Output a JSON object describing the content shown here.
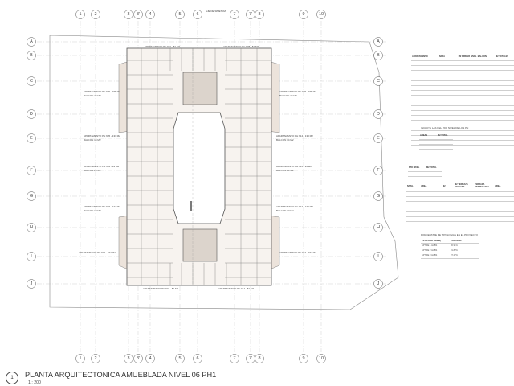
{
  "sheet": {
    "title": "PLANTA ARQUITECTONICA AMUEBLADA NIVEL 06 PH1",
    "scale": "1 : 200",
    "view_number": "1",
    "symmetry_axis_label": "EJE DE SIMETRIA"
  },
  "grid": {
    "columns": [
      "1",
      "2",
      "3",
      "3'",
      "4",
      "5",
      "6",
      "7",
      "7'",
      "8",
      "9",
      "10"
    ],
    "rows": [
      "A",
      "B",
      "C",
      "D",
      "E",
      "F",
      "G",
      "H",
      "I",
      "J"
    ]
  },
  "apartments": [
    "APARTAMENTO PH 601 - 81 M2",
    "APARTAMENTO PH 608 - 81 M2",
    "APARTAMENTO PH 609 - 155 M2",
    "BALCON 24 M2",
    "APARTAMENTO PH 606 - 155 M2",
    "BALCON 24 M2",
    "APARTAMENTO PH 605 - 133 M2",
    "BALCON 14 M2",
    "APARTAMENTO PH 614 - 133 M2",
    "BALCON 14 M2",
    "APARTAMENTO PH 604 - 93 M2",
    "BALCON 20 M2",
    "APARTAMENTO PH 611 - 93 M2",
    "BALCON 20 M2",
    "APARTAMENTO PH 603 - 134 M2",
    "BALCON 13 M2",
    "APARTAMENTO PH 612 - 134 M2",
    "BALCON 13 M2",
    "APARTAMENTO PH 602 - 154 M2",
    "APARTAMENTO PH 613 - 154 M2",
    "APARTAMENTO PH 607 - 81 M2",
    "APARTAMENTO PH 614 - 81 M2"
  ],
  "table_apartments": {
    "headers": [
      "APARTAMENTO",
      "AREA",
      "M2 PRIMER NIVEL",
      "BALCON",
      "M2 TOTALES"
    ],
    "rows_visible": 17,
    "footnote": "INCLUYE LAS DEL 2DO NIVEL DE LOS PH"
  },
  "table_areas": {
    "headers": [
      "AREAS",
      "M2 TOTAL"
    ],
    "rows_visible": 2
  },
  "table_level": {
    "headers": [
      "8TO NIVEL",
      "M2 TOTAL"
    ],
    "rows_visible": 1
  },
  "table_terraces": {
    "headers": [
      "NIVEL",
      "AREA",
      "M2",
      "M2 TERRAZA TECHADA",
      "TERRAZA DESTECHADA",
      "AREA"
    ],
    "rows_visible": 6
  },
  "table_typology": {
    "caption": "PORCENTAJE DE TIPOLOGIAS EN EL PROYECTO",
    "headers": [
      "TIPOLOGIA (HABS)",
      "CANTIDAD"
    ],
    "rows": [
      [
        "APT DE 1 HABS",
        "30.91%"
      ],
      [
        "APT DE 2 HABS",
        "31.82%"
      ],
      [
        "APT DE 3 HABS",
        "37.27%"
      ]
    ]
  },
  "colors": {
    "line": "#555555",
    "light_line": "#bdbdbd",
    "hatch": "#e8dcd2"
  }
}
